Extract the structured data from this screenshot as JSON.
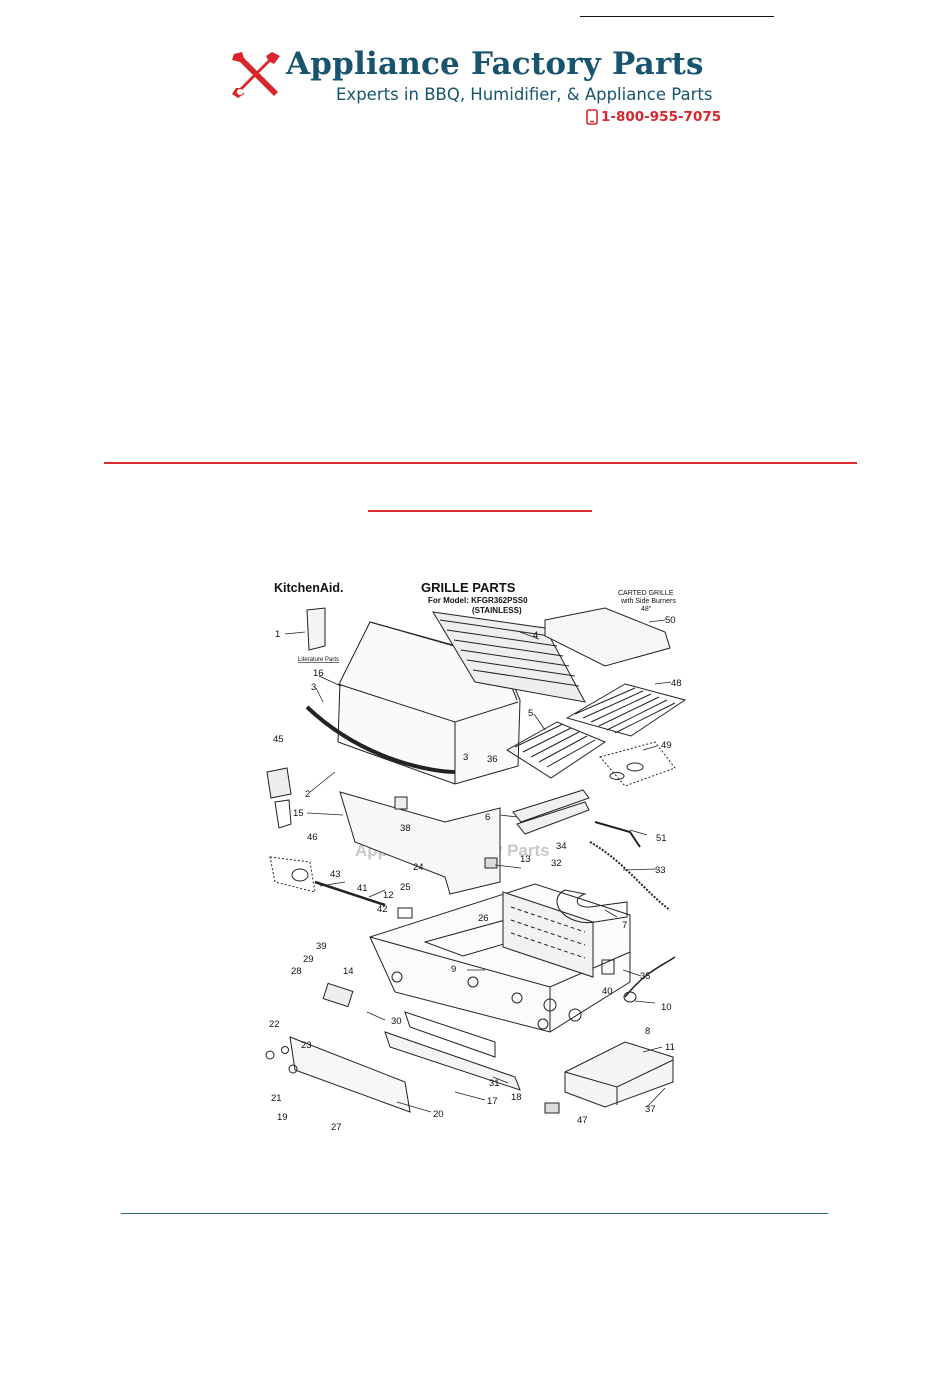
{
  "brand": {
    "name": "Appliance Factory Parts",
    "tagline": "Experts in BBQ, Humidifier, & Appliance Parts",
    "phone": "1-800-955-7075",
    "primary_color": "#17556e",
    "accent_color": "#d8262c"
  },
  "diagram": {
    "manufacturer_logo": "KitchenAid.",
    "title": "GRILLE PARTS",
    "model_line": "For Model: KFGR362PSS0",
    "finish": "(STAINLESS)",
    "corner_note": [
      "CARTED GRILLE",
      "with Side Burners",
      "48\""
    ],
    "literature_label": "Literature Parts",
    "watermark": "Appliance Factory Parts",
    "part_numbers": [
      "1",
      "16",
      "3",
      "45",
      "2",
      "15",
      "46",
      "43",
      "41",
      "42",
      "39",
      "29",
      "28",
      "14",
      "22",
      "23",
      "21",
      "19",
      "27",
      "20",
      "17",
      "18",
      "31",
      "30",
      "9",
      "12",
      "25",
      "24",
      "13",
      "26",
      "38",
      "36",
      "3",
      "4",
      "50",
      "48",
      "5",
      "49",
      "6",
      "51",
      "34",
      "32",
      "33",
      "7",
      "35",
      "40",
      "10",
      "8",
      "11",
      "37",
      "47"
    ]
  }
}
